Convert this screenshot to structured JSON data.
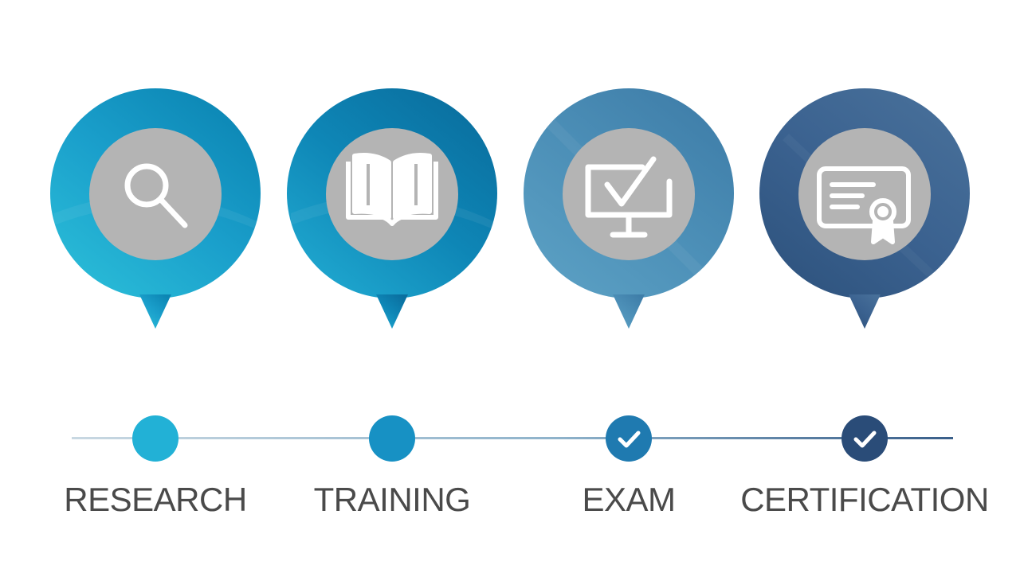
{
  "steps": [
    {
      "label": "RESEARCH",
      "icon": "magnifier-icon",
      "color_dark": "#0c86b4",
      "color_light": "#29bbd7",
      "node_color": "#22b1d6",
      "completed": false
    },
    {
      "label": "TRAINING",
      "icon": "open-book-icon",
      "color_dark": "#0a6f9f",
      "color_light": "#1fa7cf",
      "node_color": "#1791c4",
      "completed": false
    },
    {
      "label": "EXAM",
      "icon": "monitor-checkmark-icon",
      "color_dark": "#3f7ea9",
      "color_light": "#5a9fc3",
      "node_color": "#1f7ab0",
      "completed": true
    },
    {
      "label": "CERTIFICATION",
      "icon": "certificate-icon",
      "color_dark": "#2f547f",
      "color_light": "#476f99",
      "node_color": "#2a4c78",
      "completed": true
    }
  ],
  "colors": {
    "icon_background": "#b4b4b4",
    "icon_stroke": "#ffffff",
    "label_text": "#4a4a4a",
    "timeline_start": "#c9d8e2",
    "timeline_end": "#3a5f8a"
  }
}
